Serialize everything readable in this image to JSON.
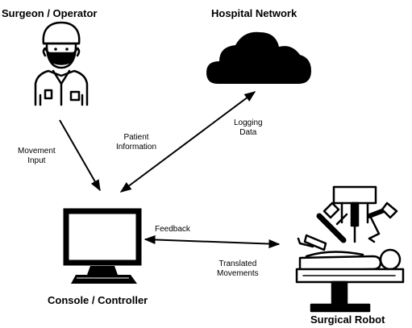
{
  "nodes": {
    "surgeon": {
      "title": "Surgeon / Operator",
      "icon": "surgeon-icon"
    },
    "network": {
      "title": "Hospital Network",
      "icon": "cloud-icon"
    },
    "console": {
      "title": "Console / Controller",
      "icon": "monitor-icon"
    },
    "robot": {
      "title": "Surgical Robot",
      "icon": "surgical-robot-icon"
    }
  },
  "edges": {
    "movement_input": {
      "line1": "Movement",
      "line2": "Input"
    },
    "patient_information": {
      "line1": "Patient",
      "line2": "Information"
    },
    "logging_data": {
      "line1": "Logging",
      "line2": "Data"
    },
    "feedback": {
      "line1": "Feedback"
    },
    "translated_movements": {
      "line1": "Translated",
      "line2": "Movements"
    }
  },
  "colors": {
    "stroke": "#000000",
    "background": "#ffffff"
  }
}
